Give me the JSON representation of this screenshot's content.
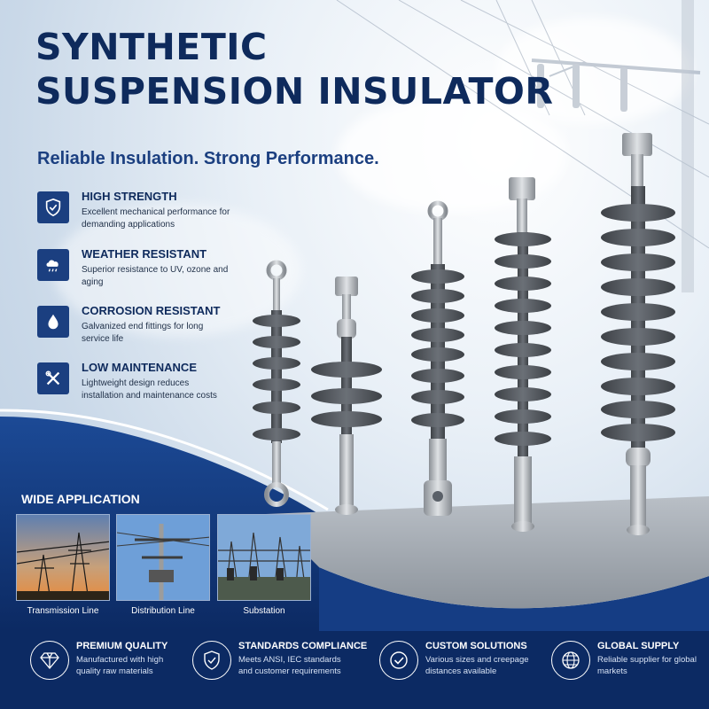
{
  "title": {
    "line1": "SYNTHETIC",
    "line2": "SUSPENSION INSULATOR"
  },
  "tagline": "Reliable Insulation. Strong Performance.",
  "features": [
    {
      "icon": "shield-check-icon",
      "title": "HIGH STRENGTH",
      "desc": "Excellent mechanical performance for demanding applications"
    },
    {
      "icon": "cloud-rain-icon",
      "title": "WEATHER RESISTANT",
      "desc": "Superior resistance to UV, ozone and aging"
    },
    {
      "icon": "water-drop-icon",
      "title": "CORROSION RESISTANT",
      "desc": "Galvanized end fittings for long service life"
    },
    {
      "icon": "tools-icon",
      "title": "LOW MAINTENANCE",
      "desc": "Lightweight design reduces installation and maintenance costs"
    }
  ],
  "applications": {
    "title": "WIDE APPLICATION",
    "items": [
      {
        "label": "Transmission Line"
      },
      {
        "label": "Distribution Line"
      },
      {
        "label": "Substation"
      }
    ]
  },
  "highlights": [
    {
      "icon": "diamond-icon",
      "title": "PREMIUM QUALITY",
      "desc": "Manufactured with high quality raw materials"
    },
    {
      "icon": "shield-check-icon",
      "title": "STANDARDS COMPLIANCE",
      "desc": "Meets ANSI, IEC standards and customer requirements"
    },
    {
      "icon": "check-circle-icon",
      "title": "CUSTOM SOLUTIONS",
      "desc": "Various sizes and creepage distances available"
    },
    {
      "icon": "globe-icon",
      "title": "GLOBAL SUPPLY",
      "desc": "Reliable supplier for global markets"
    }
  ],
  "colors": {
    "navy": "#0e2a5c",
    "accent": "#1b3f80",
    "band": "#0c2a63",
    "rubber": "#4f5358",
    "metal": "#a9adb2"
  }
}
